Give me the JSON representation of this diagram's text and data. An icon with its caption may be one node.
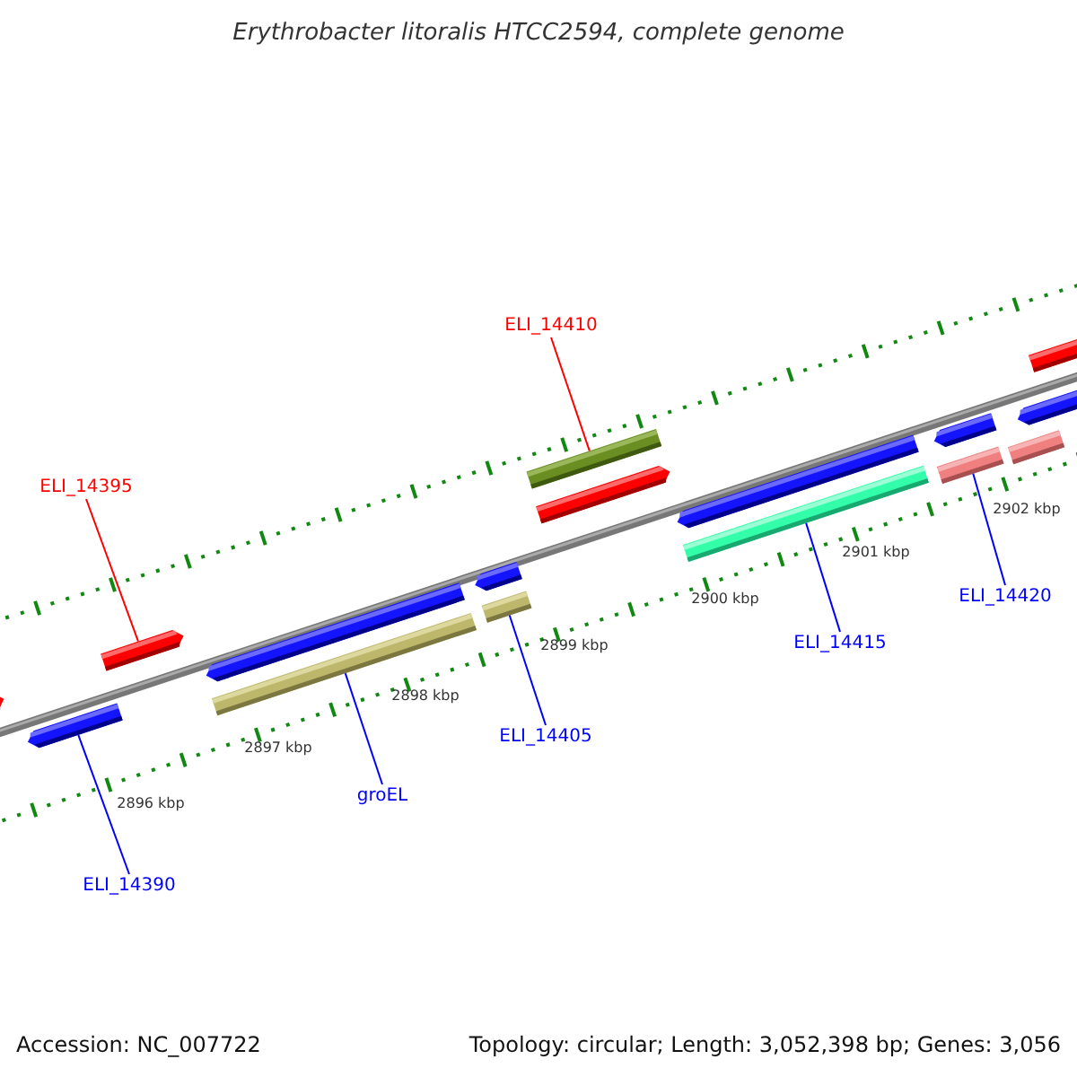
{
  "diagram": {
    "title": "Erythrobacter litoralis HTCC2594, complete genome",
    "nodes": [
      {
        "text": [
          "ELI_14410"
        ]
      },
      {
        "text": [
          "ELI_14395"
        ]
      },
      {
        "text": [],
        "shape": "bar"
      },
      {
        "text": [],
        "shape": "arrow"
      },
      {
        "text": [],
        "shape": "arrow"
      },
      {
        "text": [],
        "shape": "bar"
      },
      {
        "text": [],
        "shape": "bar"
      },
      {
        "text": [],
        "shape": "bar"
      },
      {
        "text": [],
        "shape": "bar"
      },
      {
        "text": [
          "ELI_14405"
        ]
      },
      {
        "text": [
          "ELI_14415"
        ]
      },
      {
        "text": [
          "ELI_14420"
        ]
      },
      {
        "text": [
          "groEL"
        ]
      },
      {
        "text": [
          "ELI_14390"
        ]
      },
      {
        "text": [],
        "shape": "arrow"
      },
      {
        "text": [],
        "shape": "arrow"
      },
      {
        "text": [],
        "shape": "arrow"
      },
      {
        "text": [],
        "shape": "arrow"
      },
      {
        "text": [],
        "shape": "arrow"
      },
      {
        "text": [],
        "shape": "arrow"
      },
      {
        "text": [],
        "shape": "bar"
      },
      {
        "text": [],
        "shape": "arrow"
      },
      {
        "text": [],
        "shape": "arrow"
      }
    ],
    "edges": [
      {
        "from": 0,
        "to": 2,
        "arrow": "none",
        "color": "#ff0000"
      },
      {
        "from": 1,
        "to": 3,
        "arrow": "none",
        "color": "#ff0000"
      },
      {
        "from": 9,
        "to": 6,
        "arrow": "none"
      },
      {
        "from": 10,
        "to": 7,
        "arrow": "none"
      },
      {
        "from": 11,
        "to": 8,
        "arrow": "none"
      },
      {
        "from": 12,
        "to": 5,
        "arrow": "none"
      },
      {
        "from": 13,
        "to": 4,
        "arrow": "none"
      }
    ],
    "labels": [
      "2902 kbp",
      "2901 kbp",
      "2900 kbp",
      "2899 kbp",
      "2898 kbp",
      "2897 kbp",
      "2896 kbp",
      "Accession: NC_007722",
      "Topology: circular; Length: 3,052,398 bp; Genes: 3,056"
    ]
  }
}
